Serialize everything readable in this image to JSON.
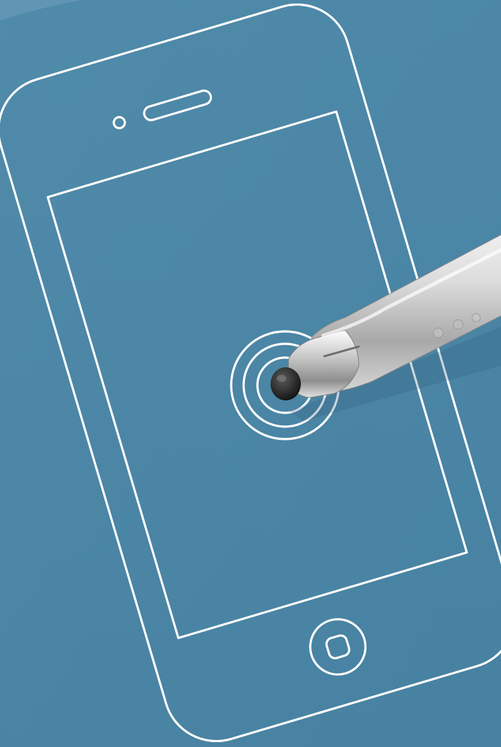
{
  "scene": {
    "background_color": "#4b86a6",
    "line_color": "#ffffff",
    "elements": [
      "phone-outline-drawing",
      "touch-ripple-rings",
      "stylus-pen"
    ]
  },
  "icons": {
    "phone": "smartphone-outline-icon",
    "camera": "front-camera-icon",
    "speaker": "earpiece-speaker-icon",
    "home_button": "home-button-icon",
    "touch": "touch-ripple-icon",
    "stylus": "stylus-pen-icon"
  }
}
